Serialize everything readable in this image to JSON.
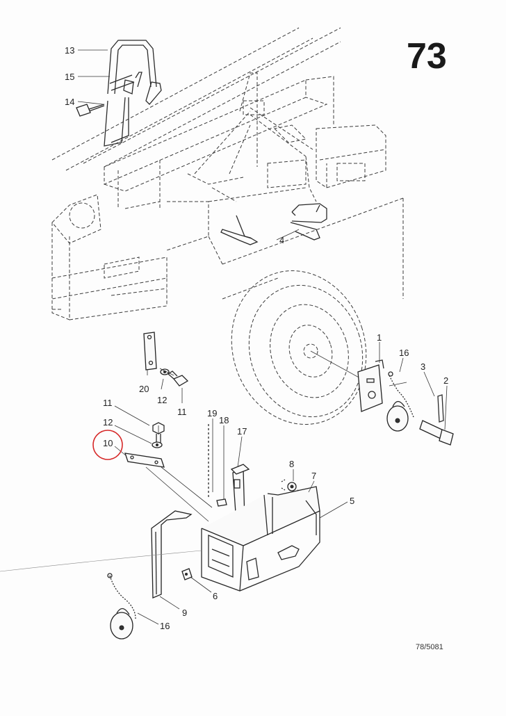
{
  "page": {
    "page_number": "73",
    "drawing_ref": "78/5081",
    "highlighted_part": "10",
    "highlight_color": "#d62828"
  },
  "callouts": [
    {
      "id": "c13",
      "text": "13"
    },
    {
      "id": "c15",
      "text": "15"
    },
    {
      "id": "c14",
      "text": "14"
    },
    {
      "id": "c4",
      "text": "4"
    },
    {
      "id": "c1",
      "text": "1"
    },
    {
      "id": "c16a",
      "text": "16"
    },
    {
      "id": "c3",
      "text": "3"
    },
    {
      "id": "c2",
      "text": "2"
    },
    {
      "id": "c20",
      "text": "20"
    },
    {
      "id": "c12a",
      "text": "12"
    },
    {
      "id": "c11a",
      "text": "11"
    },
    {
      "id": "c11b",
      "text": "11"
    },
    {
      "id": "c12b",
      "text": "12"
    },
    {
      "id": "c10",
      "text": "10"
    },
    {
      "id": "c19",
      "text": "19"
    },
    {
      "id": "c18",
      "text": "18"
    },
    {
      "id": "c17",
      "text": "17"
    },
    {
      "id": "c8",
      "text": "8"
    },
    {
      "id": "c7",
      "text": "7"
    },
    {
      "id": "c5",
      "text": "5"
    },
    {
      "id": "c6",
      "text": "6"
    },
    {
      "id": "c9",
      "text": "9"
    },
    {
      "id": "c16b",
      "text": "16"
    }
  ]
}
